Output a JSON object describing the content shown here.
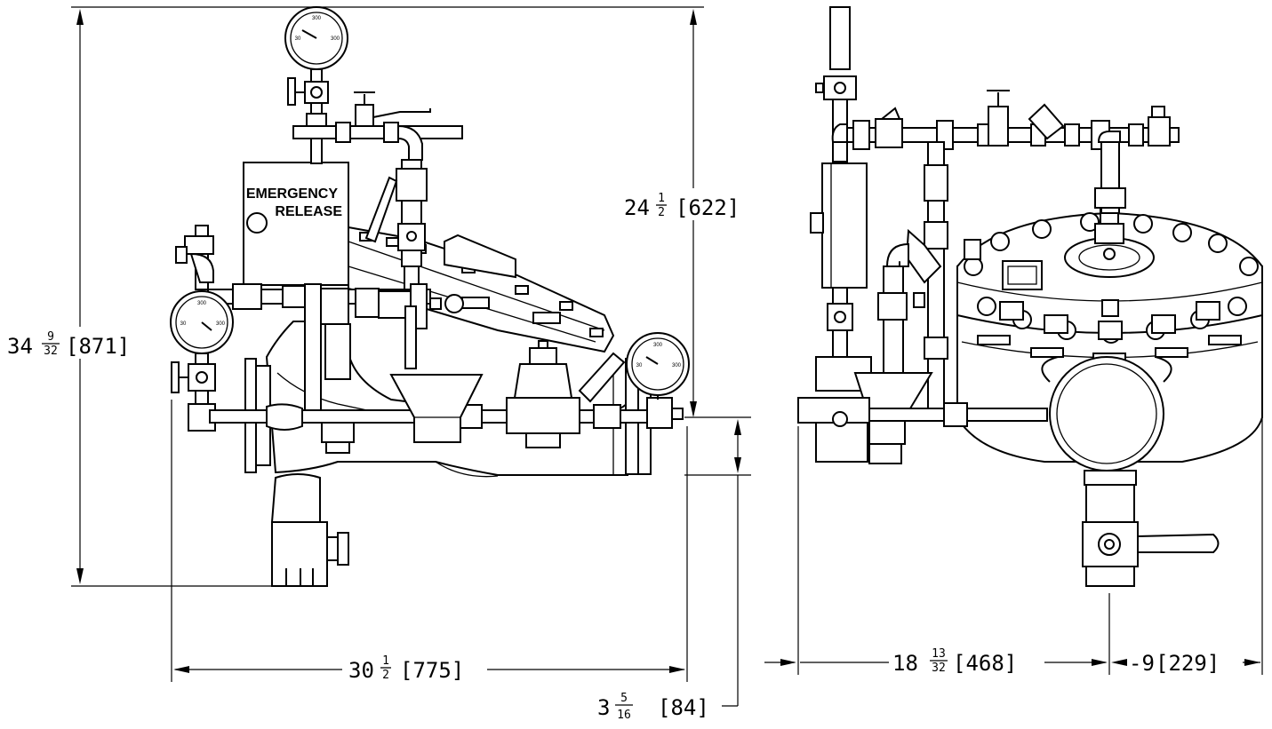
{
  "panel": {
    "line1": "EMERGENCY",
    "line2": "RELEASE"
  },
  "dimensions": {
    "overall_height": {
      "whole": "34",
      "num": "9",
      "den": "32",
      "metric": "[871]"
    },
    "upper_height": {
      "whole": "24",
      "num": "1",
      "den": "2",
      "metric": "[622]"
    },
    "front_width": {
      "whole": "30",
      "num": "1",
      "den": "2",
      "metric": "[775]"
    },
    "lower_offset": {
      "whole": "3",
      "num": "5",
      "den": "16",
      "metric": "[84]"
    },
    "side_width": {
      "whole": "18",
      "num": "13",
      "den": "32",
      "metric": "[468]"
    },
    "side_offset": {
      "whole": "-9",
      "metric": "[229]"
    }
  },
  "gauge_scale": {
    "low": "30",
    "mid": "300",
    "high": "300"
  }
}
